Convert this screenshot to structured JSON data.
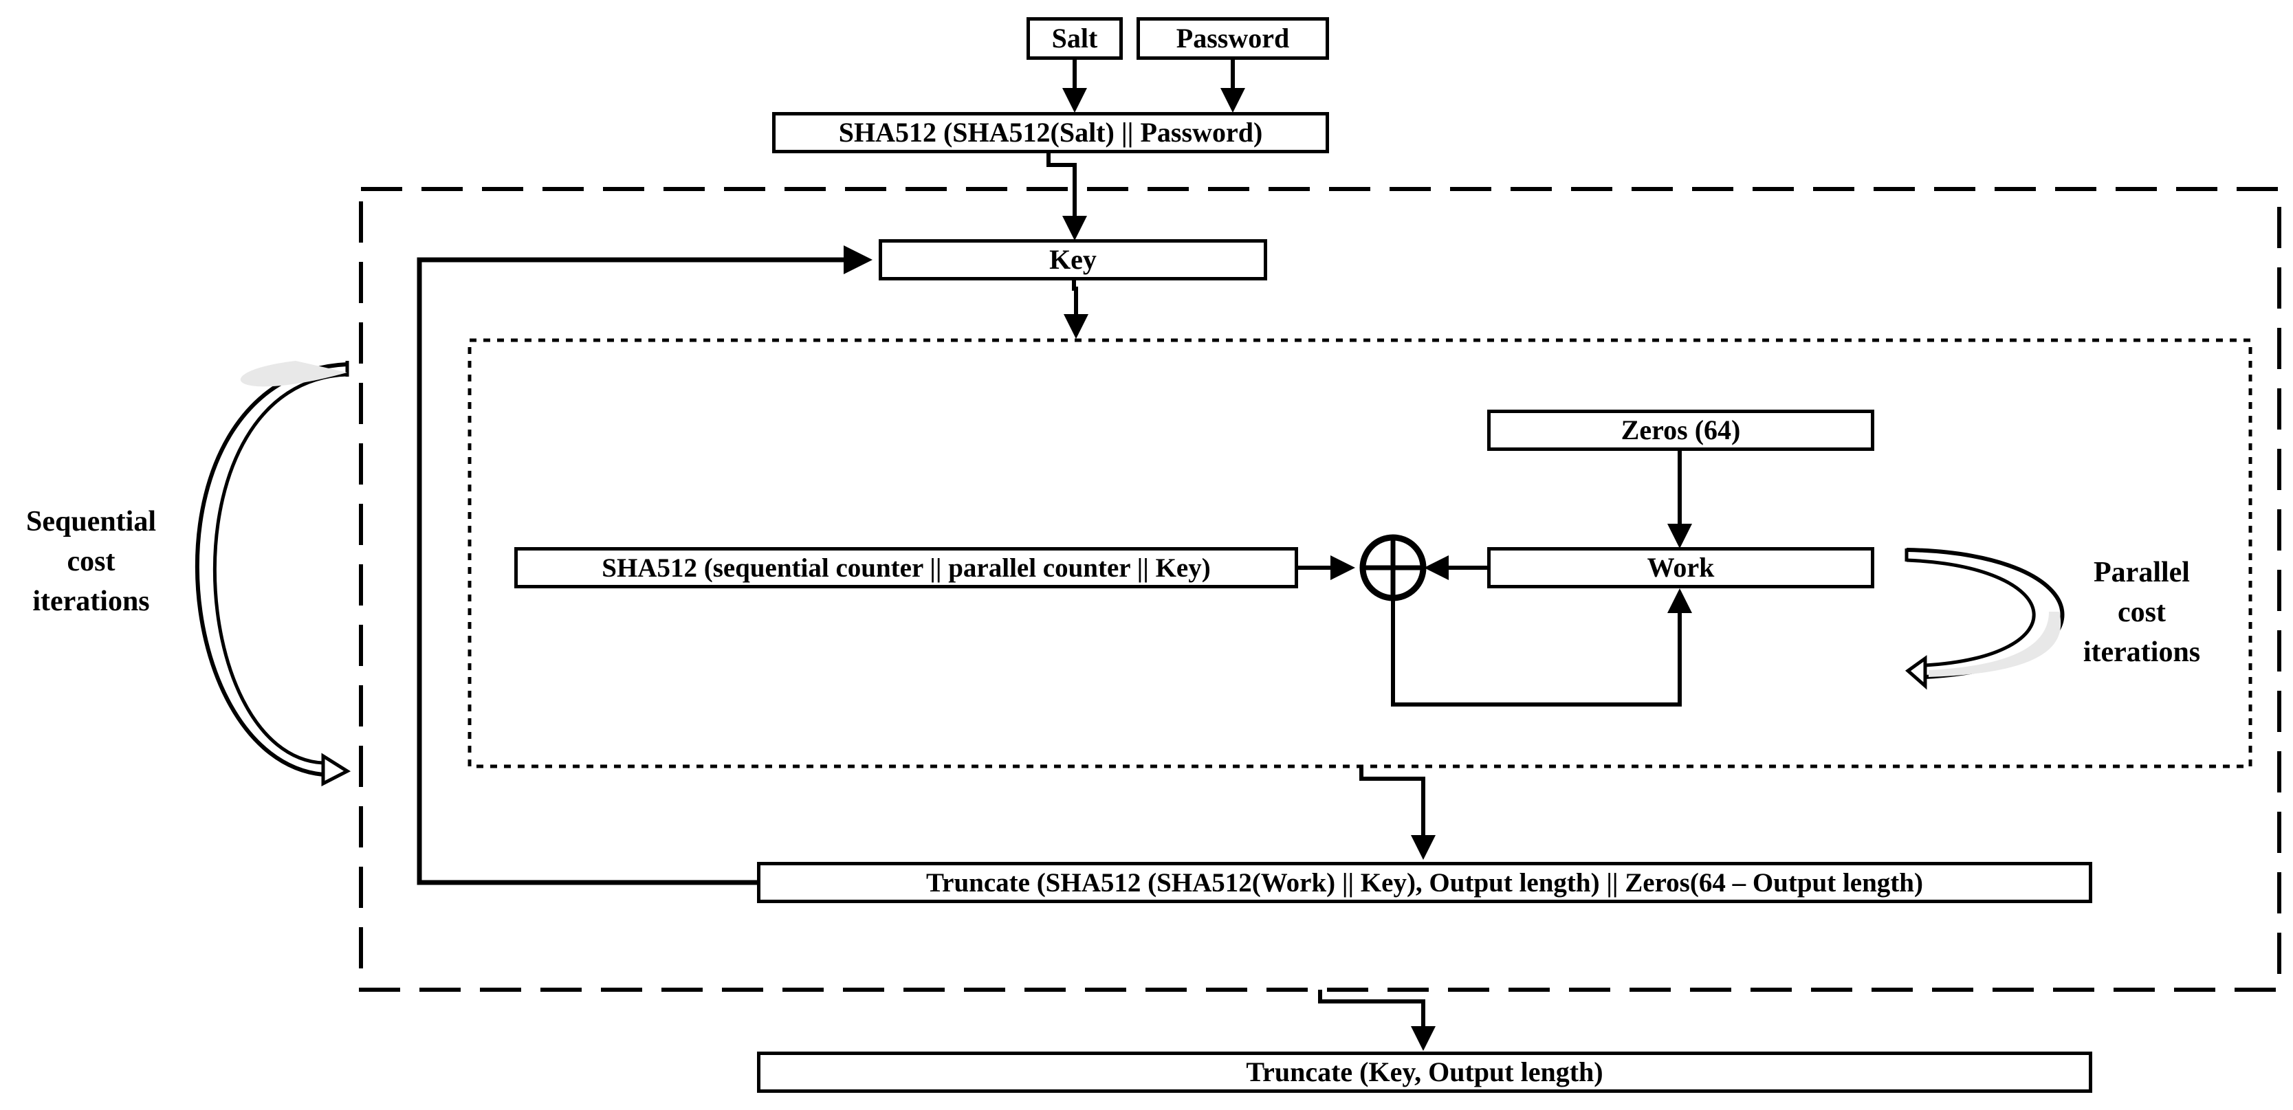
{
  "diagram": {
    "inputs": {
      "salt": "Salt",
      "password": "Password"
    },
    "prehash": "SHA512 (SHA512(Salt) || Password)",
    "key": "Key",
    "zeros": "Zeros (64)",
    "work": "Work",
    "sha_counter": "SHA512 (sequential counter || parallel counter || Key)",
    "truncate_inner": "Truncate (SHA512 (SHA512(Work) || Key), Output length) || Zeros(64 – Output length)",
    "truncate_final": "Truncate (Key, Output length)",
    "sequential_label": [
      "Sequential",
      "cost",
      "iterations"
    ],
    "parallel_label": [
      "Parallel",
      "cost",
      "iterations"
    ],
    "xor_symbol": "⊕"
  }
}
